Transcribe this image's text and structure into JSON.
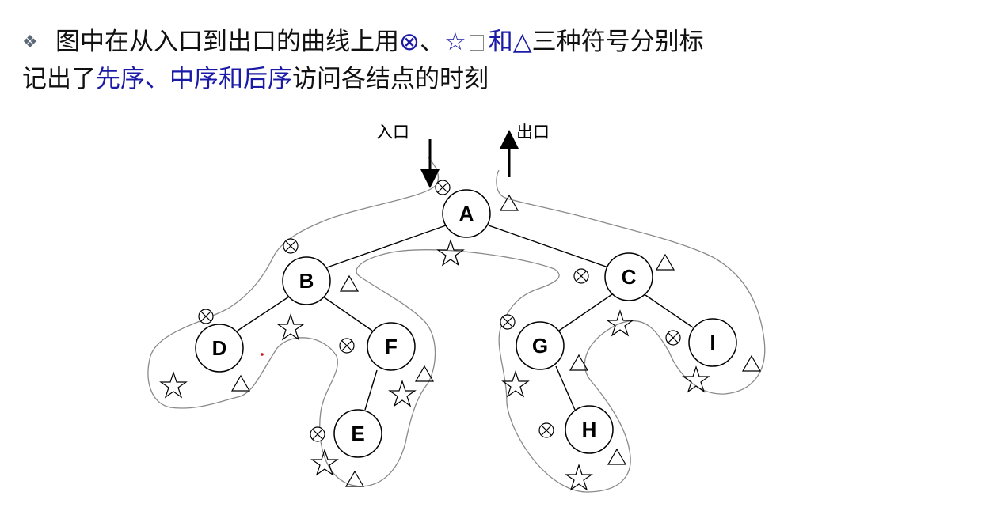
{
  "text": {
    "bullet": "❖",
    "line1_prefix": "图中在从入口到出口的曲线上用",
    "sym_cross": "⊗",
    "sep1": "、",
    "sym_star": "☆",
    "sym_and": "和",
    "sym_tri": "△",
    "line1_suffix": "三种符号分别标",
    "line2_prefix": "记出了",
    "pre": "先序",
    "sep2": "、",
    "in": "中序",
    "and2": "和",
    "post": "后序",
    "line2_suffix": "访问各结点的时刻"
  },
  "diagram": {
    "entry_label": "入口",
    "exit_label": "出口",
    "nodes": {
      "A": "A",
      "B": "B",
      "C": "C",
      "D": "D",
      "E": "E",
      "F": "F",
      "G": "G",
      "H": "H",
      "I": "I"
    }
  }
}
